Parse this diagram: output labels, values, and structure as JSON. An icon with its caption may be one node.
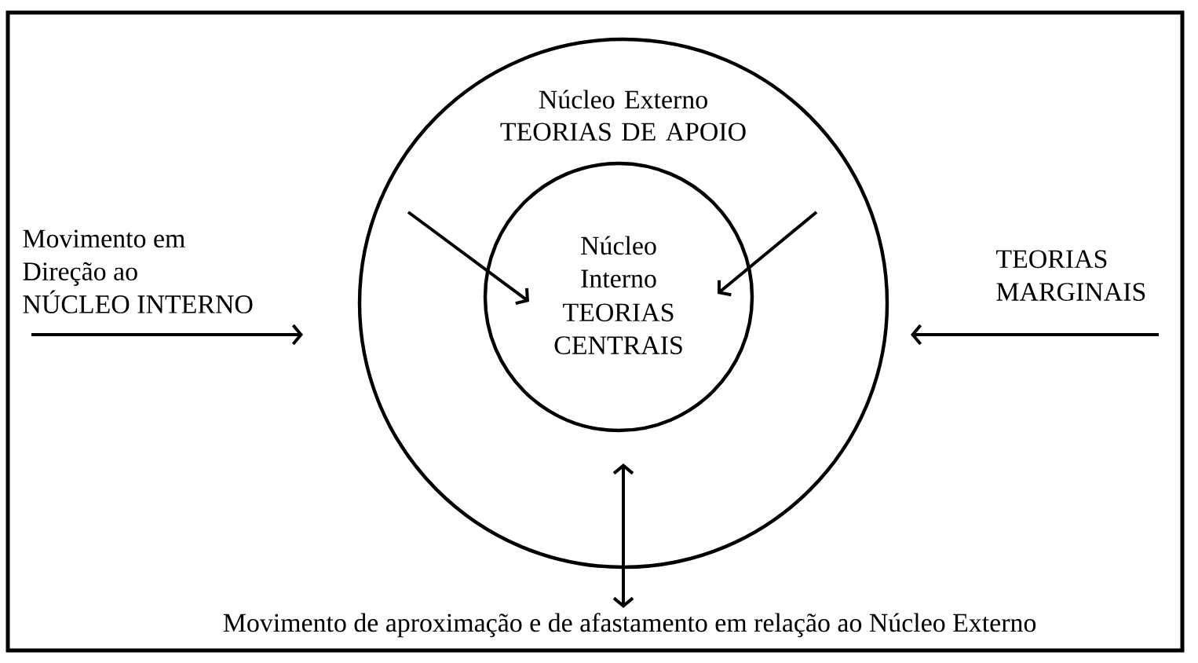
{
  "diagram": {
    "nodes": [
      {
        "text": [
          "Núcleo Externo",
          "TEORIAS DE APOIO"
        ]
      },
      {
        "text": [
          "Núcleo Interno",
          "TEORIAS CENTRAIS"
        ],
        "in": 0
      }
    ],
    "edges": [
      {
        "from": null,
        "to": 0,
        "arrow": "to",
        "label": "Movimento em Direção ao NÚCLEO INTERNO"
      },
      {
        "from": null,
        "to": 0,
        "arrow": "to",
        "label": "TEORIAS MARGINAIS"
      },
      {
        "from": 0,
        "to": 1,
        "arrow": "to"
      },
      {
        "from": 0,
        "to": 1,
        "arrow": "to"
      },
      {
        "from": 0,
        "to": null,
        "arrow": "both",
        "label": "Movimento de aproximação e de afastamento em relação ao Núcleo Externo"
      }
    ]
  }
}
